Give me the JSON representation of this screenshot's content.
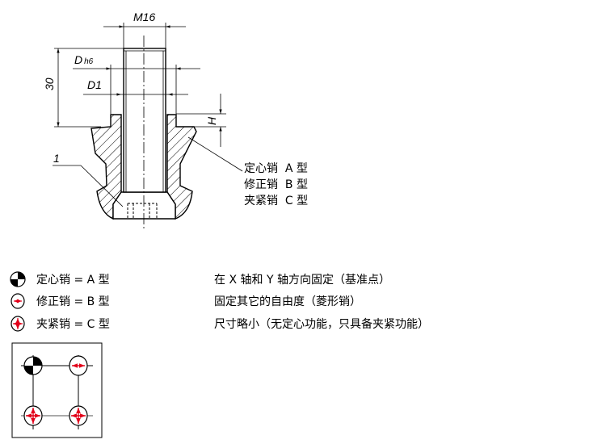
{
  "drawing": {
    "dim_thread": "M16",
    "dim_length": "30",
    "dim_dh6_main": "D",
    "dim_dh6_sub": "h6",
    "dim_d1": "D1",
    "dim_h": "H",
    "item_number": "1",
    "callout_lines": [
      "定心销  A 型",
      "修正销  B 型",
      "夹紧销  C 型"
    ]
  },
  "legend": [
    {
      "icon": "centering-pin-icon",
      "label": "定心销 = A 型",
      "description": "在 X 轴和 Y 轴方向固定（基准点）"
    },
    {
      "icon": "diamond-pin-icon",
      "label": "修正销 = B 型",
      "description": "固定其它的自由度（菱形销）"
    },
    {
      "icon": "clamping-pin-icon",
      "label": "夹紧销 = C 型",
      "description": "尺寸略小（无定心功能，只具备夹紧功能）"
    }
  ],
  "colors": {
    "arrow_red": "#e2001a",
    "line": "#000000"
  }
}
